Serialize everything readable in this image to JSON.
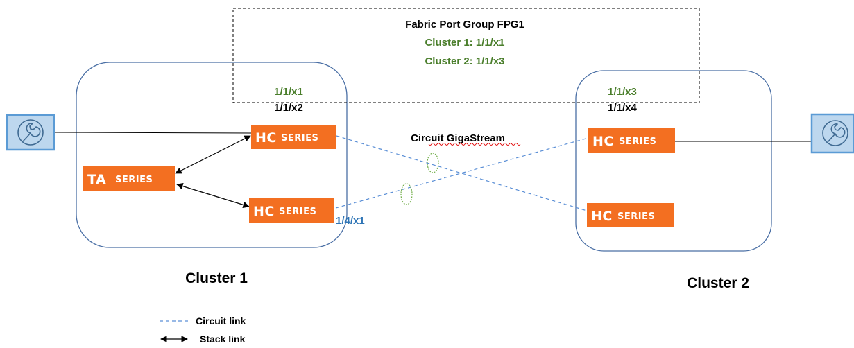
{
  "fpg": {
    "title": "Fabric Port Group FPG1",
    "cluster1_line": "Cluster 1: 1/1/x1",
    "cluster2_line": "Cluster 2: 1/1/x3"
  },
  "ports": {
    "c1_top_green": "1/1/x1",
    "c1_top_black": "1/1/x2",
    "c1_bottom_blue": "1/4/x1",
    "c2_top_green": "1/1/x3",
    "c2_top_black": "1/1/x4"
  },
  "devices": {
    "hc_logo": "HC",
    "hc_suffix": "SERIES",
    "ta_logo": "TA",
    "ta_suffix": "SERIES"
  },
  "circuit_label": "Circuit GigaStream",
  "clusters": {
    "cluster1": "Cluster 1",
    "cluster2": "Cluster 2"
  },
  "legend": {
    "circuit": "Circuit link",
    "stack": "Stack link"
  },
  "colors": {
    "orange": "#f36f21",
    "green": "#4a7e2b",
    "blue_text": "#2e75b6",
    "cluster_border": "#4a6fa5",
    "tool_icon_fill": "#bdd7ee",
    "tool_icon_border": "#5b9bd5",
    "circuit_line": "#5b8fd6"
  },
  "icons": {
    "left_tool": "wrench-icon",
    "right_tool": "wrench-icon"
  }
}
